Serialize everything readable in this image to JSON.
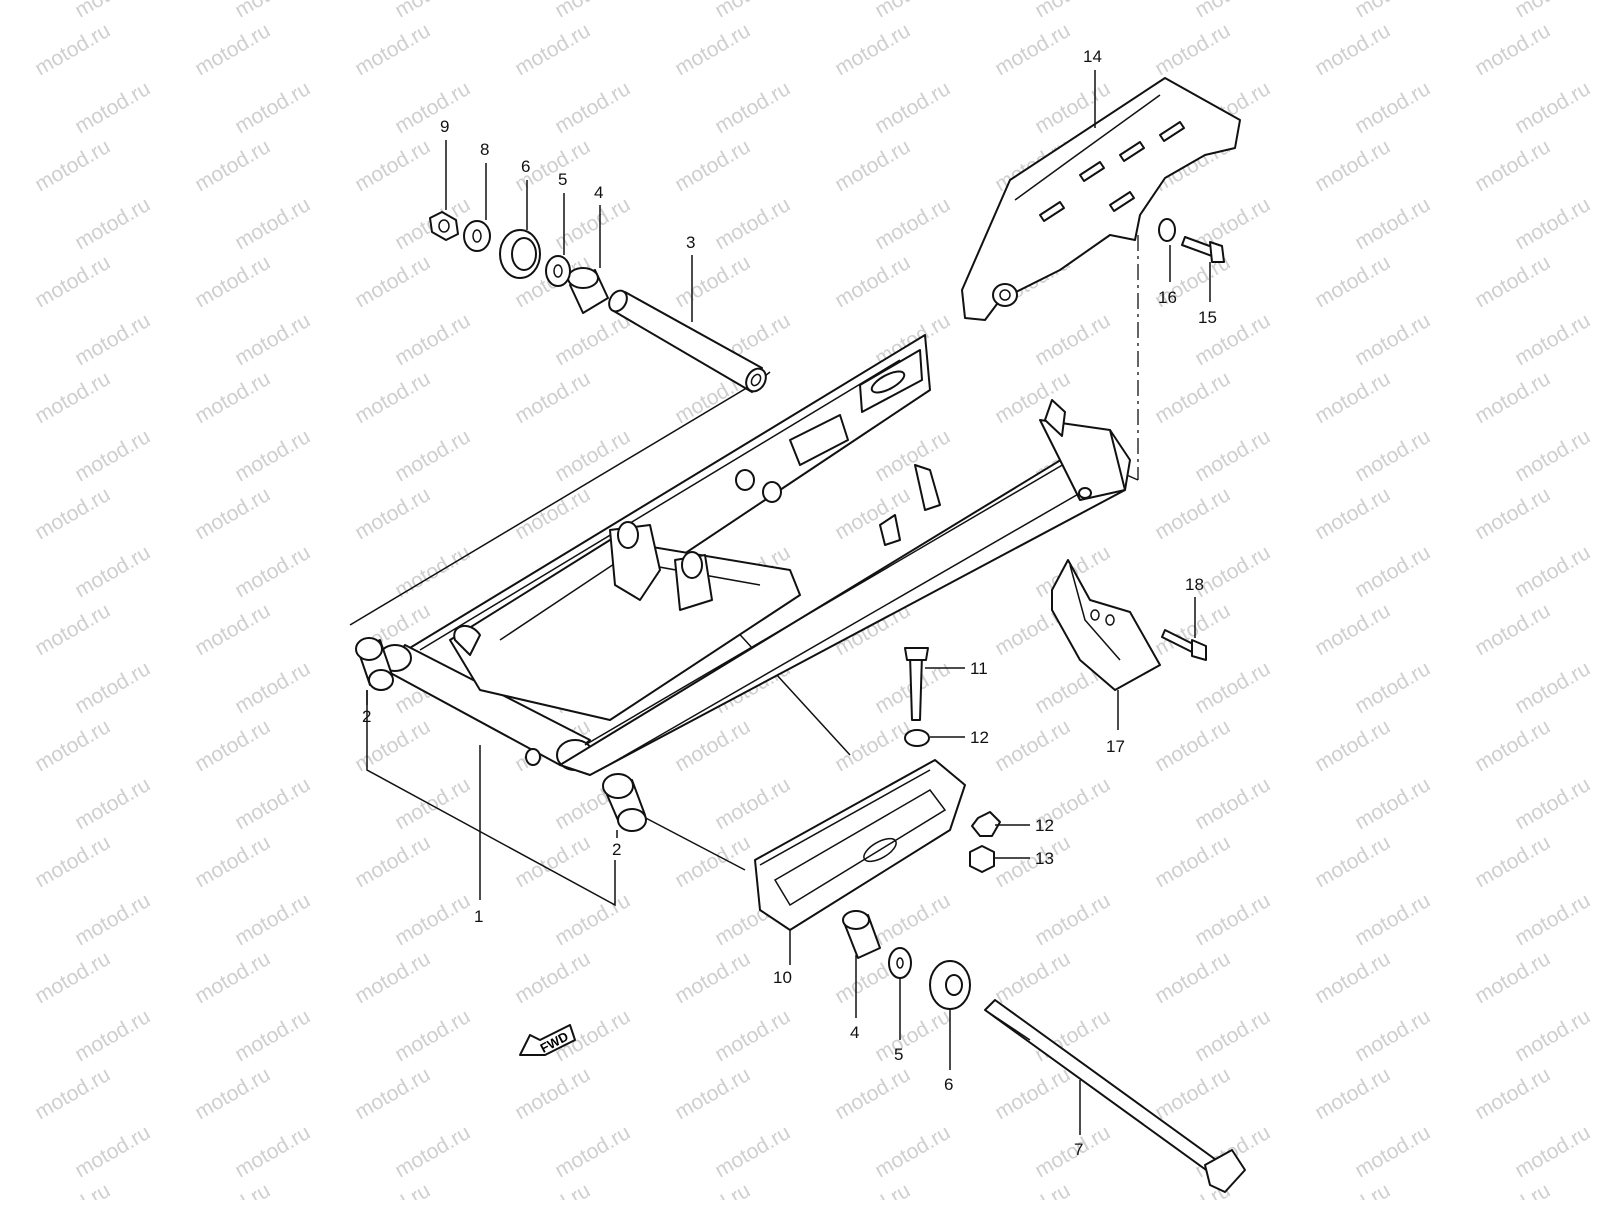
{
  "watermark": "motod.ru",
  "fwd_label": "FWD",
  "callouts": [
    {
      "id": "1",
      "label": "1"
    },
    {
      "id": "2a",
      "label": "2"
    },
    {
      "id": "2b",
      "label": "2"
    },
    {
      "id": "2c",
      "label": "2"
    },
    {
      "id": "3",
      "label": "3"
    },
    {
      "id": "4a",
      "label": "4"
    },
    {
      "id": "4b",
      "label": "4"
    },
    {
      "id": "5a",
      "label": "5"
    },
    {
      "id": "5b",
      "label": "5"
    },
    {
      "id": "6a",
      "label": "6"
    },
    {
      "id": "6b",
      "label": "6"
    },
    {
      "id": "7",
      "label": "7"
    },
    {
      "id": "8",
      "label": "8"
    },
    {
      "id": "9",
      "label": "9"
    },
    {
      "id": "10",
      "label": "10"
    },
    {
      "id": "11",
      "label": "11"
    },
    {
      "id": "12a",
      "label": "12"
    },
    {
      "id": "12b",
      "label": "12"
    },
    {
      "id": "13",
      "label": "13"
    },
    {
      "id": "14",
      "label": "14"
    },
    {
      "id": "15",
      "label": "15"
    },
    {
      "id": "16",
      "label": "16"
    },
    {
      "id": "17",
      "label": "17"
    },
    {
      "id": "18",
      "label": "18"
    }
  ]
}
